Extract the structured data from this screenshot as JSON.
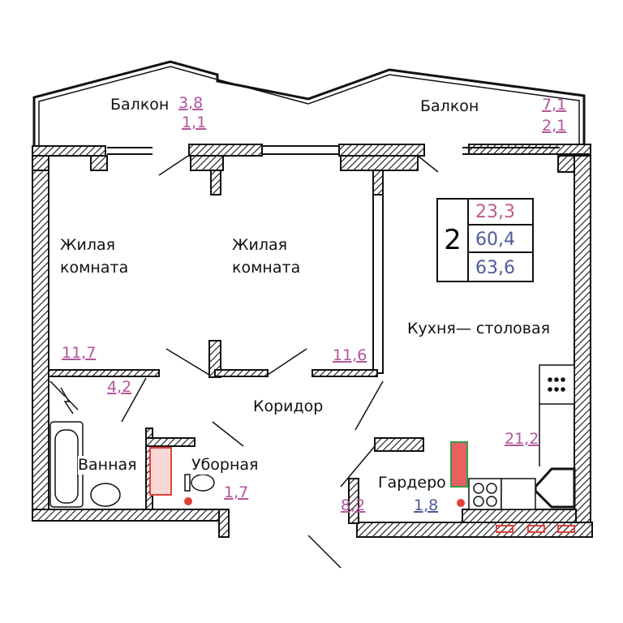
{
  "rooms": {
    "balcony_left": {
      "label": "Балкон",
      "area_top": "3,8",
      "area_bottom": "1,1"
    },
    "balcony_right": {
      "label": "Балкон",
      "area_top": "7,1",
      "area_bottom": "2,1"
    },
    "living_room_left": {
      "label": "Жилая\nкомната",
      "area": "11,7"
    },
    "living_room_middle": {
      "label": "Жилая\nкомната",
      "area": "11,6"
    },
    "kitchen": {
      "label": "Кухня— столовая",
      "area": "21,2"
    },
    "corridor": {
      "label": "Коридор",
      "area": "8,2"
    },
    "bathroom": {
      "label": "Ванная",
      "area": "4,2"
    },
    "toilet": {
      "label": "Уборная",
      "area": "1,7"
    },
    "wardrobe": {
      "label": "Гардероб",
      "area": "1,8"
    }
  },
  "summary": {
    "rooms_count": "2",
    "living_area": "23,3",
    "useful_area": "60,4",
    "total_area": "63,6"
  },
  "colors": {
    "area_pink": "#b2569a",
    "area_blue": "#4f5a9c",
    "equipment_red": "#e0403a",
    "equipment_green": "#3a9a4a"
  }
}
